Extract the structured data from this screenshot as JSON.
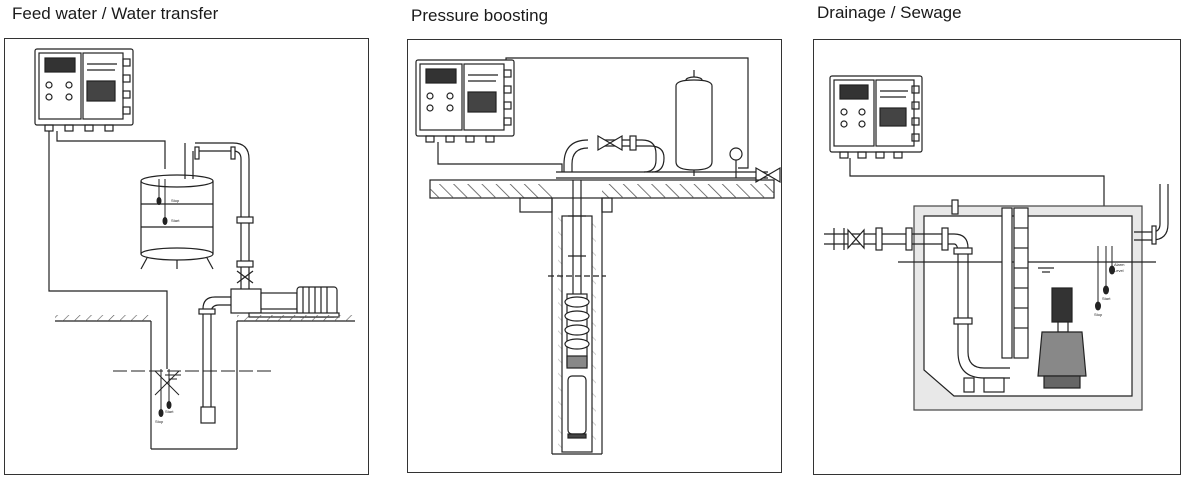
{
  "panels": [
    {
      "title": "Feed water / Water transfer"
    },
    {
      "title": "Pressure boosting"
    },
    {
      "title": "Drainage / Sewage"
    }
  ],
  "float_labels": {
    "start": "Start",
    "stop": "Stop",
    "alarm": "Alarm",
    "level": "Level"
  },
  "colors": {
    "line": "#222222",
    "hatch": "#555555",
    "sump_fill": "#e8e8e8"
  }
}
